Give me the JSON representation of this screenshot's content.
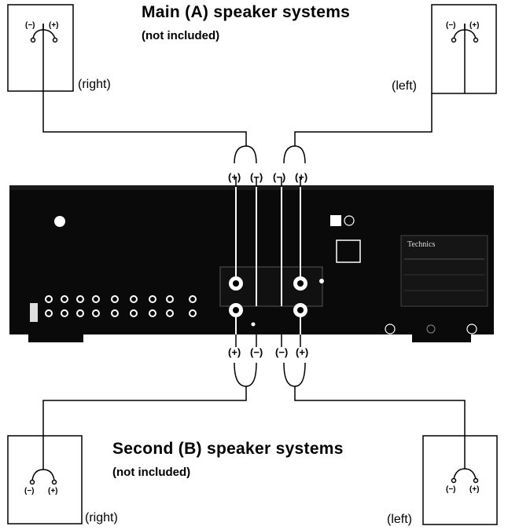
{
  "main_group": {
    "title": "Main (A) speaker systems",
    "subtitle": "(not included)",
    "right_label": "(right)",
    "left_label": "(left)"
  },
  "second_group": {
    "title": "Second (B) speaker systems",
    "subtitle": "(not included)",
    "right_label": "(right)",
    "left_label": "(left)"
  },
  "polarity": {
    "negative": "(−)",
    "positive": "(+)"
  },
  "amplifier": {
    "brand": "Technics"
  }
}
